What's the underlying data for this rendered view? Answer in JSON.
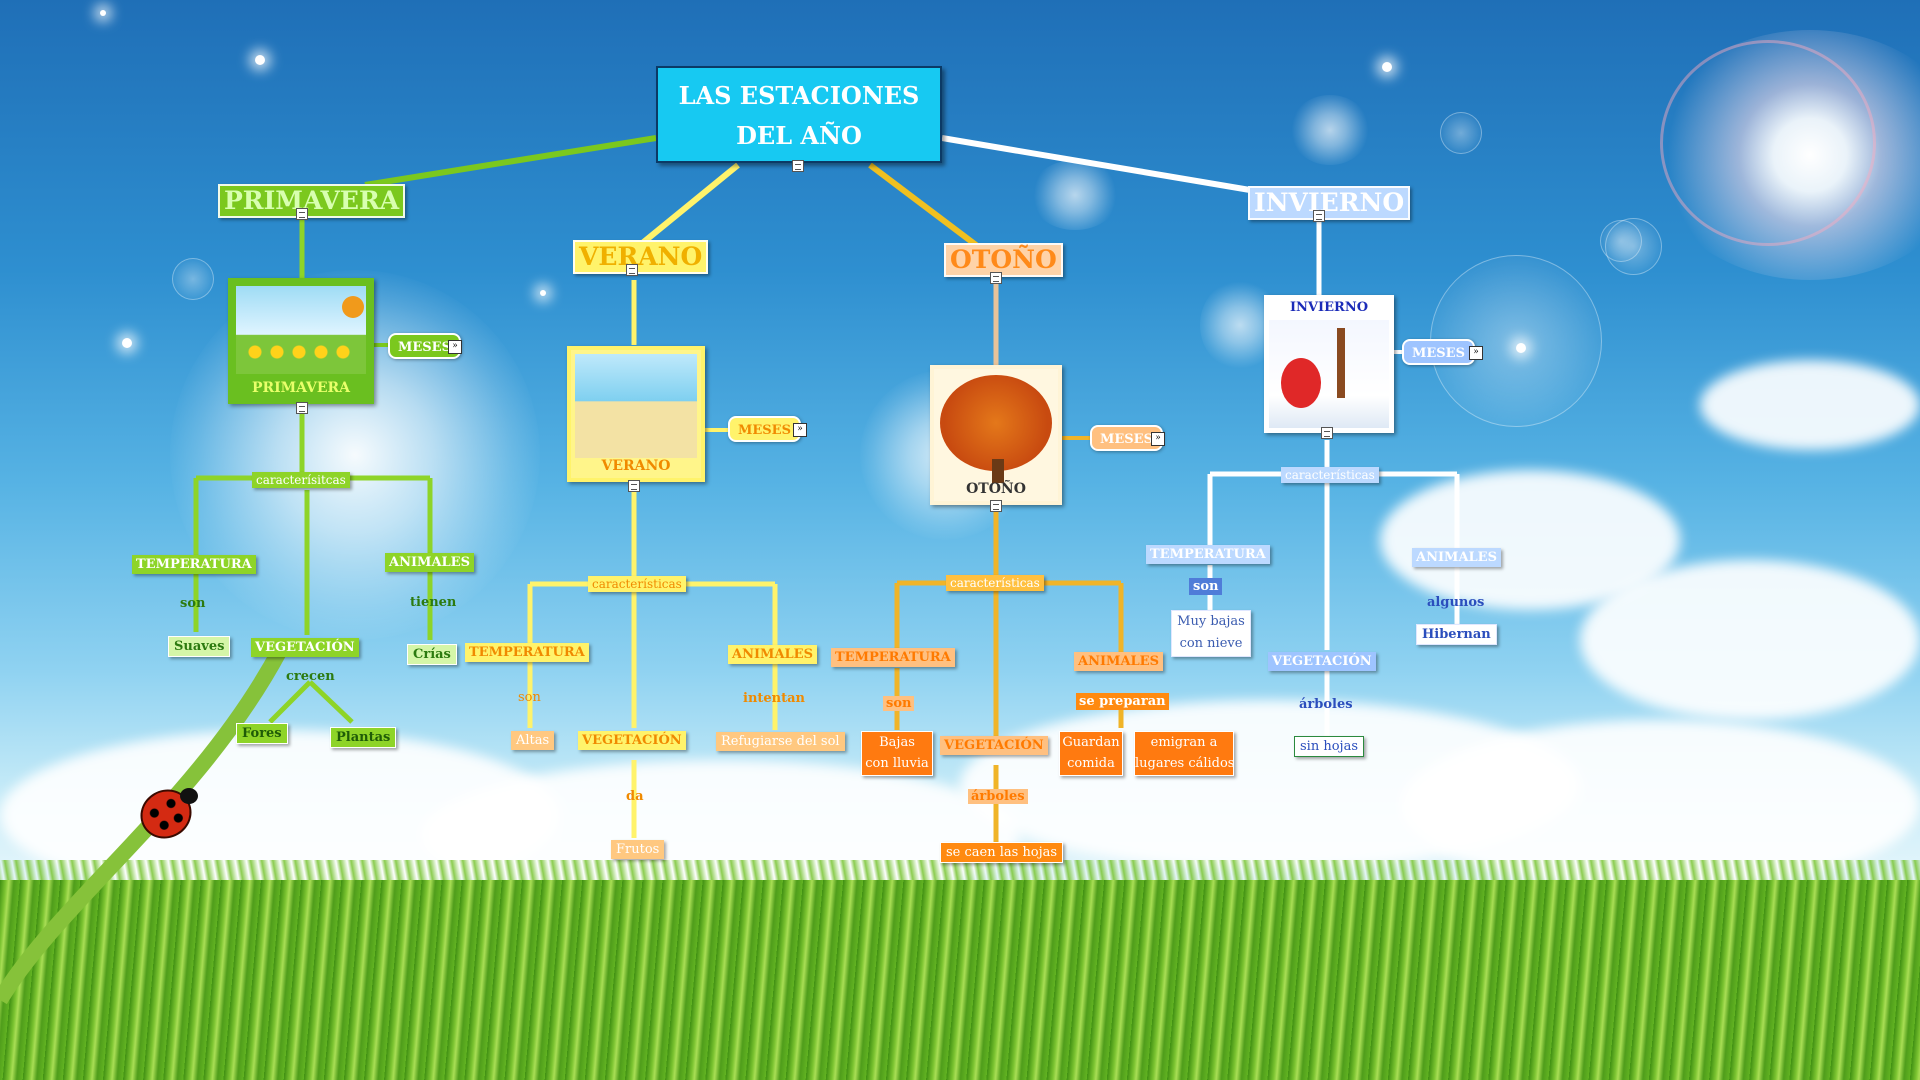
{
  "title": {
    "line1": "LAS ESTACIONES",
    "line2": "DEL AÑO"
  },
  "colors": {
    "primavera": "#7bc81e",
    "verano": "#fff36b",
    "otono": "#f0b428",
    "invierno": "#ffffff",
    "title_box": "#17c9f2"
  },
  "seasons": {
    "primavera": {
      "label": "PRIMAVERA",
      "pic_caption": "PRIMAVERA",
      "meses": "MESES",
      "caracteristicas": "caracterísitcas",
      "temperatura": "TEMPERATURA",
      "temp_link": "son",
      "temp_value": "Suaves",
      "animales": "ANIMALES",
      "anim_link": "tienen",
      "anim_value": "Crías",
      "vegetacion": "VEGETACIÓN",
      "veg_link": "crecen",
      "veg_value1": "Fores",
      "veg_value2": "Plantas"
    },
    "verano": {
      "label": "VERANO",
      "pic_caption": "VERANO",
      "meses": "MESES",
      "caracteristicas": "características",
      "temperatura": "TEMPERATURA",
      "temp_link": "son",
      "temp_value": "Altas",
      "animales": "ANIMALES",
      "anim_link": "intentan",
      "anim_value": "Refugiarse del sol",
      "vegetacion": "VEGETACIÓN",
      "veg_link": "da",
      "veg_value": "Frutos"
    },
    "otono": {
      "label": "OTOÑO",
      "pic_caption": "OTOÑO",
      "meses": "MESES",
      "caracteristicas": "características",
      "temperatura": "TEMPERATURA",
      "temp_link": "son",
      "temp_value1": "Bajas",
      "temp_value2": "con lluvia",
      "animales": "ANIMALES",
      "anim_link": "se preparan",
      "anim_value1a": "Guardan",
      "anim_value1b": "comida",
      "anim_value2a": "emigran a",
      "anim_value2b": "lugares cálidos",
      "vegetacion": "VEGETACIÓN",
      "veg_link": "árboles",
      "veg_value": "se caen las hojas"
    },
    "invierno": {
      "label": "INVIERNO",
      "pic_caption": "INVIERNO",
      "meses": "MESES",
      "caracteristicas": "características",
      "temperatura": "TEMPERATURA",
      "temp_link": "son",
      "temp_value1": "Muy bajas",
      "temp_value2": "con nieve",
      "animales": "ANIMALES",
      "anim_link": "algunos",
      "anim_value": "Hibernan",
      "vegetacion": "VEGETACIÓN",
      "veg_link": "árboles",
      "veg_value": "sin hojas"
    }
  }
}
